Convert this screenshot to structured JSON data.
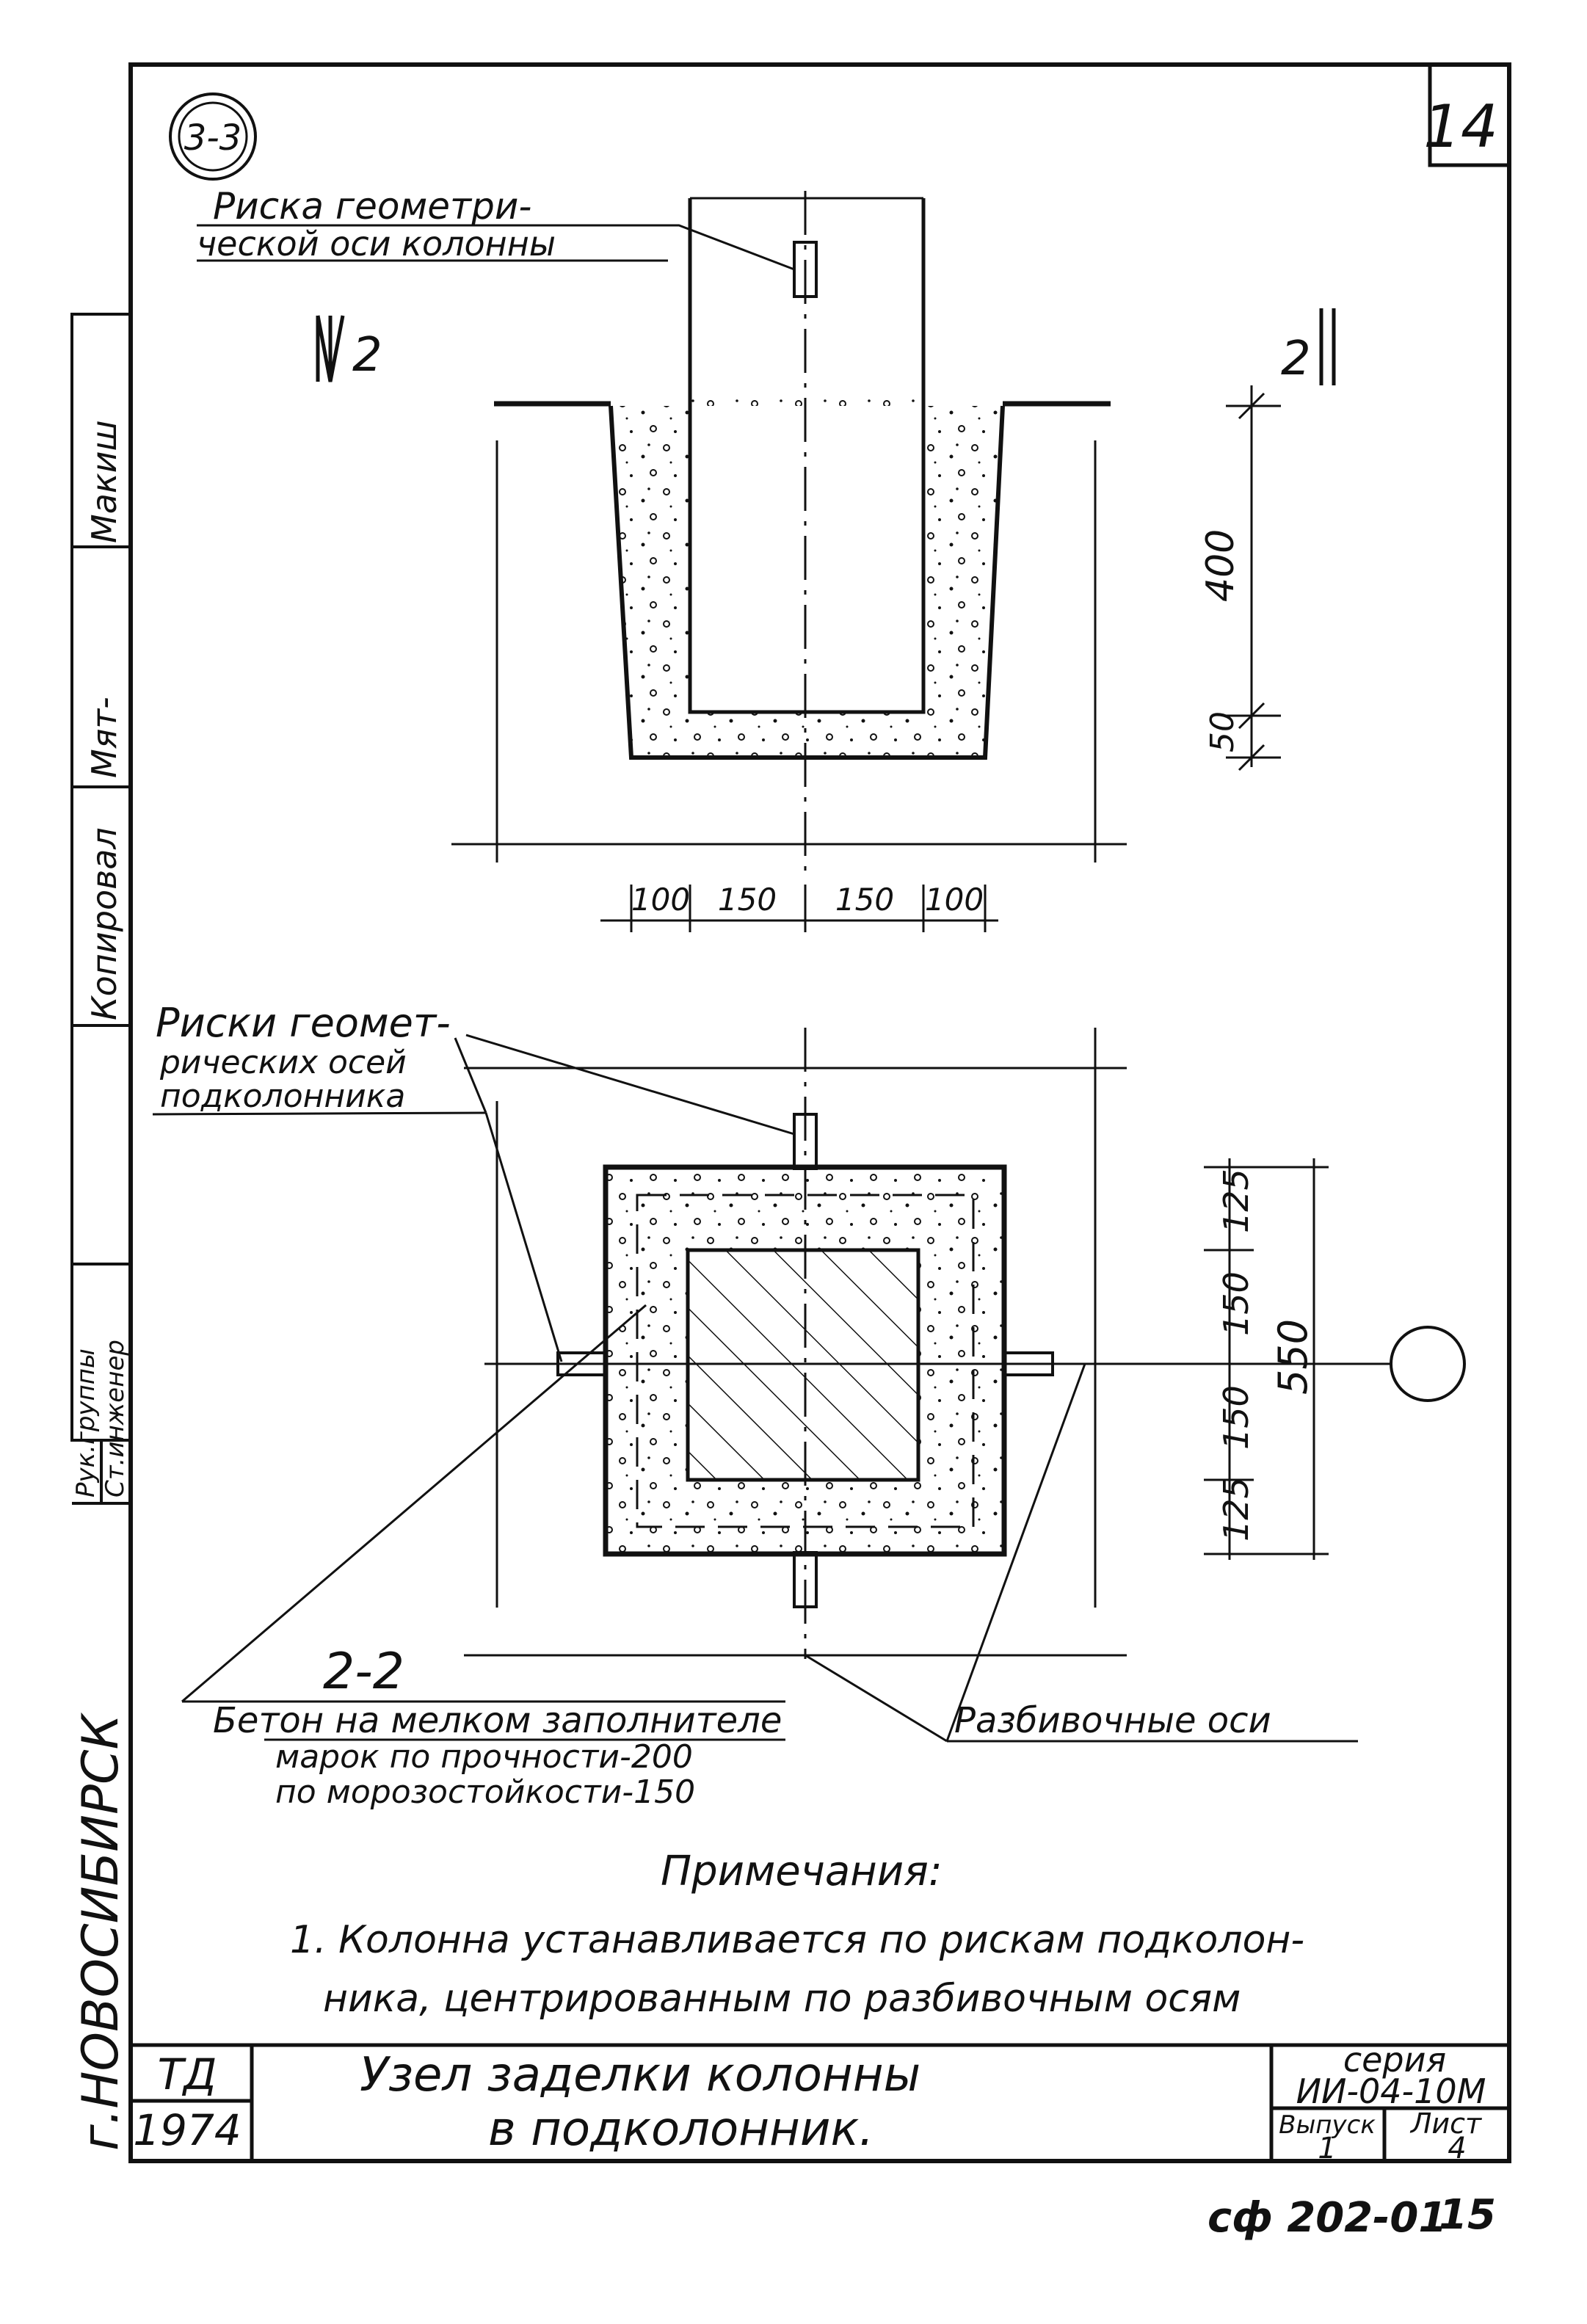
{
  "sheet": {
    "section_mark": "3-3",
    "page_number": "14",
    "bottom_code": "сф 202-01",
    "bottom_page": "15",
    "city": "г.НОВОСИБИРСК"
  },
  "side_stamp": {
    "names": [
      "Макиш",
      "Мят-",
      "Копировал"
    ],
    "roles": [
      "Рук.группы",
      "Ст.инженер"
    ]
  },
  "section_view": {
    "cut_label_left": "2",
    "cut_label_right": "2",
    "leader_label_line1": "Риска геометри-",
    "leader_label_line2": "ческой оси колонны",
    "dim_vertical": [
      "400",
      "50"
    ],
    "dim_horizontal": [
      "100",
      "150",
      "150",
      "100"
    ]
  },
  "plan_view": {
    "leader_label_line1": "Риски геомет-",
    "leader_label_line2": "рических осей",
    "leader_label_line3": "подколонника",
    "section_title": "2-2",
    "dim_vertical": [
      "125",
      "150",
      "150",
      "125"
    ],
    "dim_total": "550",
    "concrete_note_line1": "Бетон на мелком заполнителе",
    "concrete_note_line2": "марок по прочности-200",
    "concrete_note_line3": "по морозостойкости-150",
    "axes_label": "Разбивочные оси"
  },
  "notes": {
    "title": "Примечания:",
    "line1": "1. Колонна   устанавливается  по рискам  подколон-",
    "line2": "ника,  центрированным по разбивочным осям"
  },
  "title_block": {
    "org": "ТД",
    "year": "1974",
    "title_line1": "Узел  заделки   колонны",
    "title_line2": "в    подколонник.",
    "series_label": "серия",
    "series_value": "ИИ-04-10М",
    "issue_label": "Выпуск",
    "issue_value": "1",
    "sheet_label": "Лист",
    "sheet_value": "4"
  }
}
